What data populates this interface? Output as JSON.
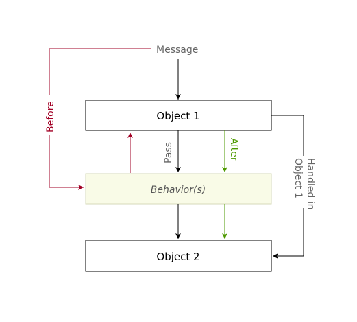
{
  "diagram": {
    "message_label": "Message",
    "object1_label": "Object 1",
    "object2_label": "Object 2",
    "behavior_label": "Behavior(s)",
    "before_label": "Before",
    "pass_label": "Pass",
    "after_label": "After",
    "handled_line1": "Handled in",
    "handled_line2": "Object 1"
  },
  "colors": {
    "frame": "#000000",
    "black_arrow": "#000000",
    "before_red": "#a20025",
    "after_green": "#4d9900",
    "gray_text": "#666666",
    "behavior_fill": "#f9fbe7",
    "behavior_stroke": "#d6d9b8"
  }
}
